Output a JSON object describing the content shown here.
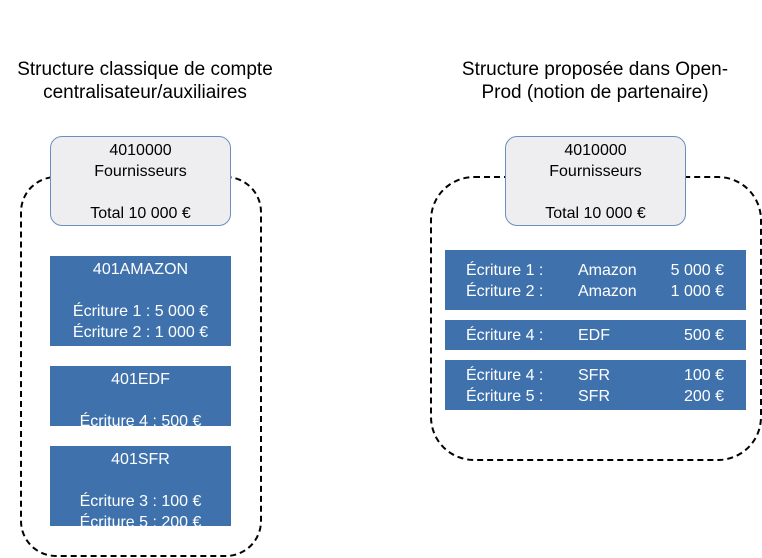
{
  "left": {
    "title_line1": "Structure classique de compte",
    "title_line2": "centralisateur/auxiliaires",
    "header": {
      "account": "4010000",
      "name": "Fournisseurs",
      "total": "Total 10 000 €"
    },
    "accounts": [
      {
        "name": "401AMAZON",
        "entries": [
          "Écriture 1 : 5 000 €",
          "Écriture 2 : 1 000 €"
        ]
      },
      {
        "name": "401EDF",
        "entries": [
          "Écriture 4 : 500 €"
        ]
      },
      {
        "name": "401SFR",
        "entries": [
          "Écriture 3 : 100 €",
          "Écriture 5 : 200 €"
        ]
      }
    ]
  },
  "right": {
    "title_line1": "Structure proposée dans Open-",
    "title_line2": "Prod (notion de partenaire)",
    "header": {
      "account": "4010000",
      "name": "Fournisseurs",
      "total": "Total 10 000 €"
    },
    "groups": [
      {
        "rows": [
          {
            "label": "Écriture 1 :",
            "partner": "Amazon",
            "amount": "5 000 €"
          },
          {
            "label": "Écriture 2 :",
            "partner": "Amazon",
            "amount": "1 000 €"
          }
        ]
      },
      {
        "rows": [
          {
            "label": "Écriture 4 :",
            "partner": "EDF",
            "amount": "500 €"
          }
        ]
      },
      {
        "rows": [
          {
            "label": "Écriture 4 :",
            "partner": "SFR",
            "amount": "100 €"
          },
          {
            "label": "Écriture 5 :",
            "partner": "SFR",
            "amount": "200 €"
          }
        ]
      }
    ]
  }
}
